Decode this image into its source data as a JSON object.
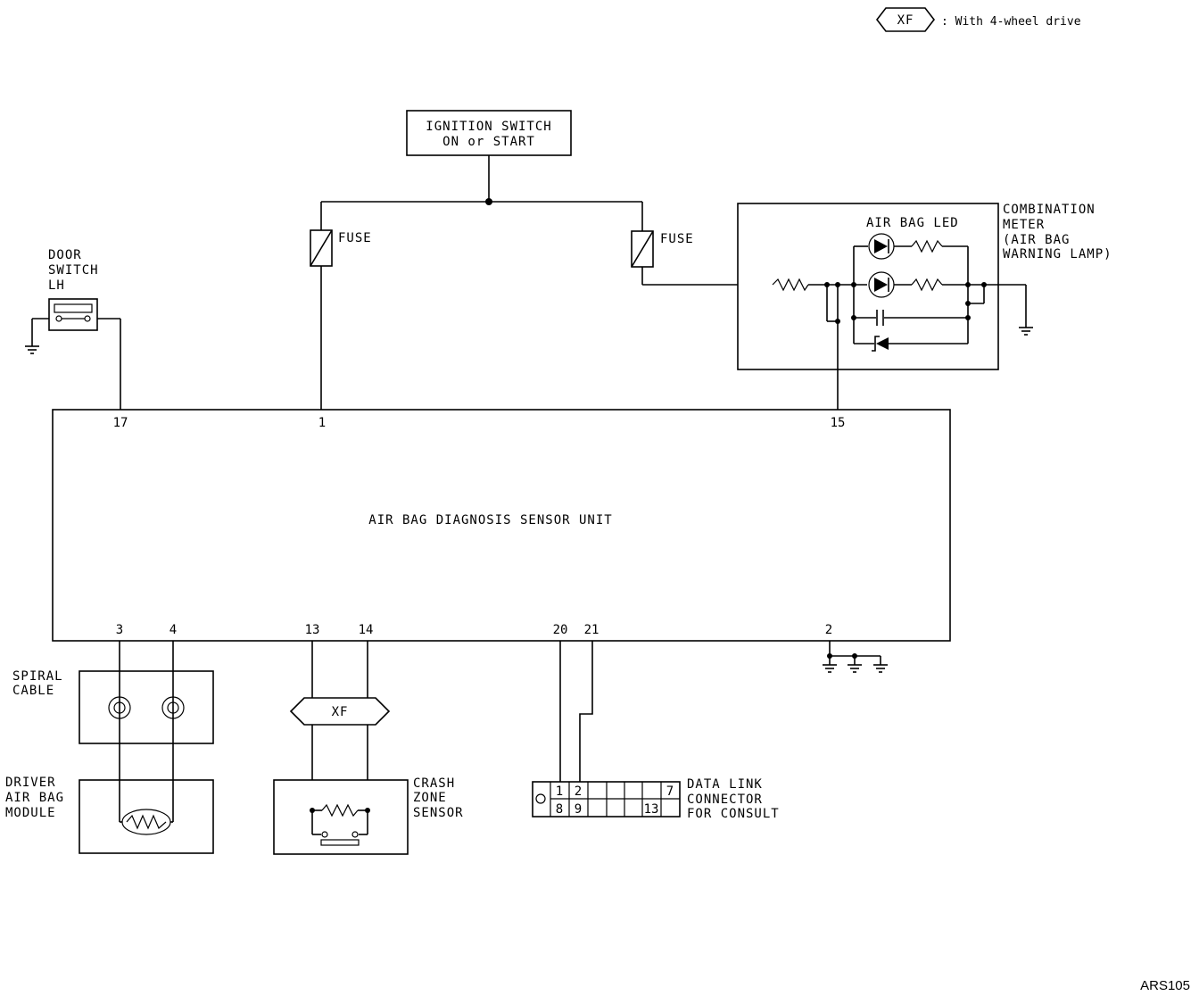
{
  "legend": {
    "badge": "XF",
    "text": ": With 4-wheel drive"
  },
  "ignition": {
    "line1": "IGNITION SWITCH",
    "line2": "ON or START"
  },
  "fuse_left": "FUSE",
  "fuse_right": "FUSE",
  "door_switch": {
    "line1": "DOOR",
    "line2": "SWITCH",
    "line3": "LH"
  },
  "combination_meter": {
    "line1": "COMBINATION",
    "line2": "METER",
    "line3": "(AIR BAG",
    "line4": "WARNING LAMP)",
    "led_label": "AIR BAG LED"
  },
  "sensor_unit": {
    "title": "AIR BAG DIAGNOSIS SENSOR UNIT",
    "pins_top": [
      "17",
      "1",
      "15"
    ],
    "pins_bottom": [
      "3",
      "4",
      "13",
      "14",
      "20",
      "21",
      "2"
    ]
  },
  "spiral_cable": {
    "line1": "SPIRAL",
    "line2": "CABLE"
  },
  "driver_module": {
    "line1": "DRIVER",
    "line2": "AIR BAG",
    "line3": "MODULE"
  },
  "xf_badge": "XF",
  "crash_sensor": {
    "line1": "CRASH",
    "line2": "ZONE",
    "line3": "SENSOR"
  },
  "data_link": {
    "line1": "DATA LINK",
    "line2": "CONNECTOR",
    "line3": "FOR CONSULT",
    "top_cells": [
      "1",
      "2",
      "",
      "",
      "",
      "",
      "7"
    ],
    "bottom_cells": [
      "8",
      "9",
      "",
      "",
      "",
      "13",
      ""
    ]
  },
  "diagram_id": "ARS105"
}
